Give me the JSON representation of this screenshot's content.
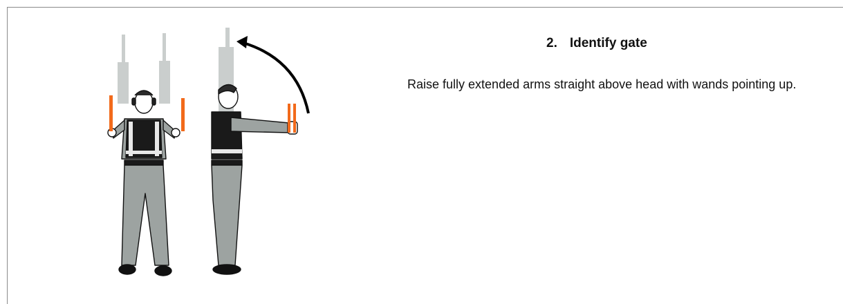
{
  "signal": {
    "number": "2.",
    "title": "Identify gate",
    "description": "Raise fully extended arms straight above head with wands pointing up."
  },
  "colors": {
    "wand": "#f26a1b",
    "uniform_grey": "#9da3a1",
    "ghost_grey": "#c8cccb",
    "vest": "#1a1a1a",
    "outline": "#111111"
  },
  "icons": {
    "front_figure": "marshaller-front-view",
    "side_figure": "marshaller-side-view",
    "arrow": "curved-motion-arrow"
  }
}
